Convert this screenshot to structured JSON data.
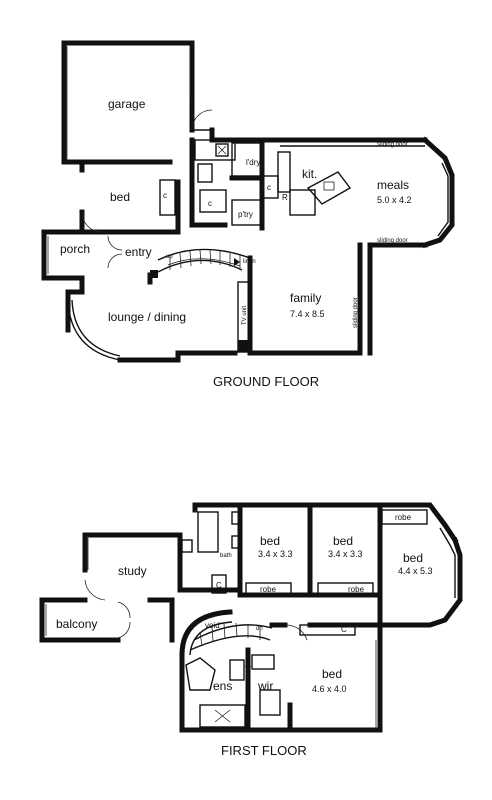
{
  "ground_floor": {
    "title": "GROUND FLOOR",
    "rooms": {
      "garage": "garage",
      "bed": "bed",
      "porch": "porch",
      "entry": "entry",
      "lounge_dining": "lounge / dining",
      "laundry": "l'dry",
      "kitchen": "kit.",
      "meals": "meals",
      "meals_dim": "5.0 x 4.2",
      "pantry": "p'try",
      "family": "family",
      "family_dim": "7.4 x 8.5"
    },
    "labels": {
      "cupboard_bed": "c",
      "cupboard_hall": "c",
      "cupboard_ldry": "c",
      "fridge": "R",
      "stair_up": "up",
      "linen": "linen",
      "tv_unit": "TV unit",
      "sliding_door_top": "sliding door",
      "sliding_door_mid": "sliding door",
      "sliding_door_family": "sliding door"
    }
  },
  "first_floor": {
    "title": "FIRST FLOOR",
    "rooms": {
      "study": "study",
      "balcony": "balcony",
      "bath": "bath",
      "bed1": "bed",
      "bed1_dim": "3.4 x 3.3",
      "bed2": "bed",
      "bed2_dim": "3.4 x 3.3",
      "bed3": "bed",
      "bed3_dim": "4.4 x 5.3",
      "void": "void",
      "ens": "ens",
      "wir": "wir",
      "bed4": "bed",
      "bed4_dim": "4.6 x 4.0"
    },
    "labels": {
      "robe1": "robe",
      "robe2": "robe",
      "robe3": "robe",
      "cupboard_hall": "C",
      "cupboard_landing": "C",
      "stair_dn": "dn"
    }
  }
}
